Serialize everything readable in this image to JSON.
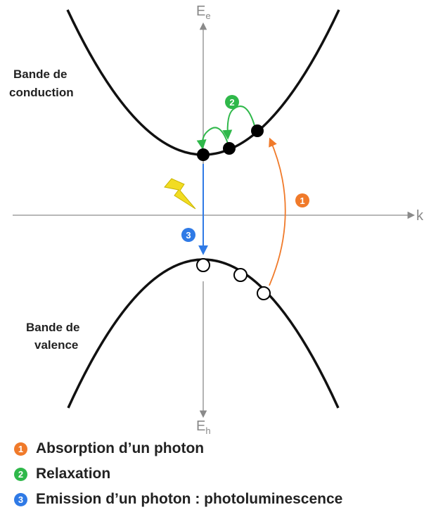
{
  "axes": {
    "k_label": "k",
    "e_label": "E",
    "e_sub": "e",
    "h_label": "E",
    "h_sub": "h"
  },
  "bands": {
    "conduction_line1": "Bande de",
    "conduction_line2": "conduction",
    "valence_line1": "Bande de",
    "valence_line2": "valence"
  },
  "markers": {
    "m1": "1",
    "m2": "2",
    "m3": "3"
  },
  "legend": [
    {
      "number": "1",
      "color": "#f07a2a",
      "text": "Absorption d’un photon"
    },
    {
      "number": "2",
      "color": "#2fb84a",
      "text": "Relaxation"
    },
    {
      "number": "3",
      "color": "#2f7ae6",
      "text": "Emission d’un photon : photoluminescence"
    }
  ],
  "colors": {
    "absorption": "#f07a2a",
    "relaxation": "#2fb84a",
    "emission": "#2f7ae6",
    "lightning": "#f2dc22"
  }
}
